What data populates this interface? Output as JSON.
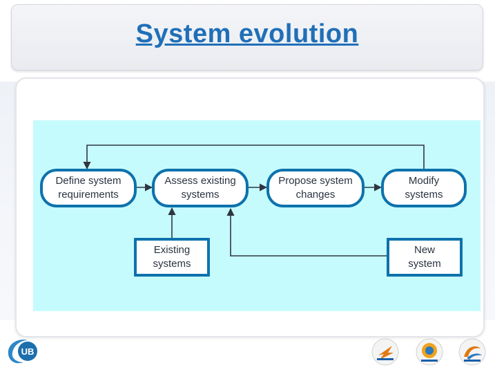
{
  "slide": {
    "title": "System evolution"
  },
  "diagram": {
    "processes": [
      {
        "id": "define",
        "label": "Define system\nrequirements"
      },
      {
        "id": "assess",
        "label": "Assess existing\nsystems"
      },
      {
        "id": "propose",
        "label": "Propose system\nchanges"
      },
      {
        "id": "modify",
        "label": "Modify\nsystems"
      }
    ],
    "stores": [
      {
        "id": "existing",
        "label": "Existing\nsystems"
      },
      {
        "id": "new",
        "label": "New\nsystem"
      }
    ],
    "colors": {
      "panel": "#c6fbfd",
      "border": "#0d72ad",
      "arrow": "#2f3640",
      "title": "#1f6fb8"
    }
  },
  "footer": {
    "left_logo": "ub-logo",
    "right_logos": [
      "partner-logo-1",
      "partner-logo-2",
      "partner-logo-3"
    ]
  }
}
